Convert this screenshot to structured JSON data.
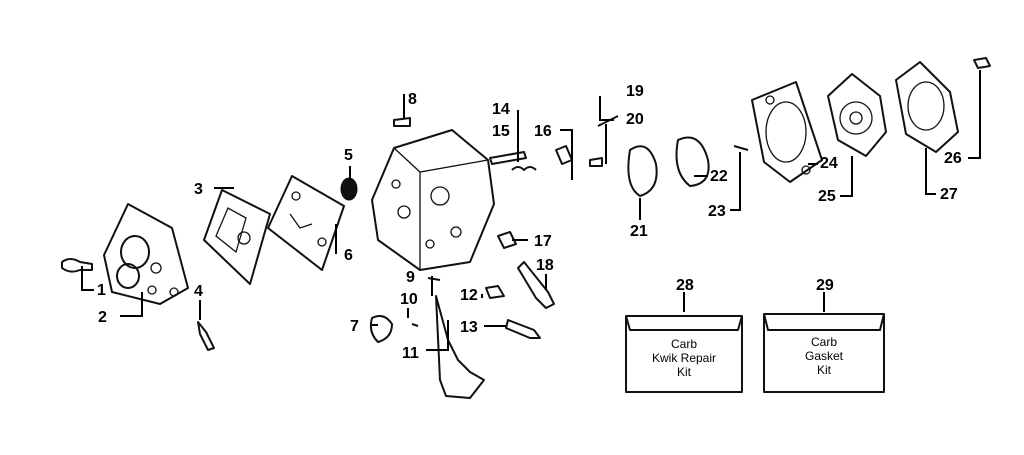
{
  "part_numbers": [
    "1",
    "2",
    "3",
    "4",
    "5",
    "6",
    "7",
    "8",
    "9",
    "10",
    "11",
    "12",
    "13",
    "14",
    "15",
    "16",
    "17",
    "18",
    "19",
    "20",
    "21",
    "22",
    "23",
    "24",
    "25",
    "26",
    "27",
    "28",
    "29"
  ],
  "kits": [
    {
      "number": "28",
      "lines": [
        "Carb",
        "Kwik Repair",
        "Kit"
      ]
    },
    {
      "number": "29",
      "lines": [
        "Carb",
        "Gasket",
        "Kit"
      ]
    }
  ]
}
